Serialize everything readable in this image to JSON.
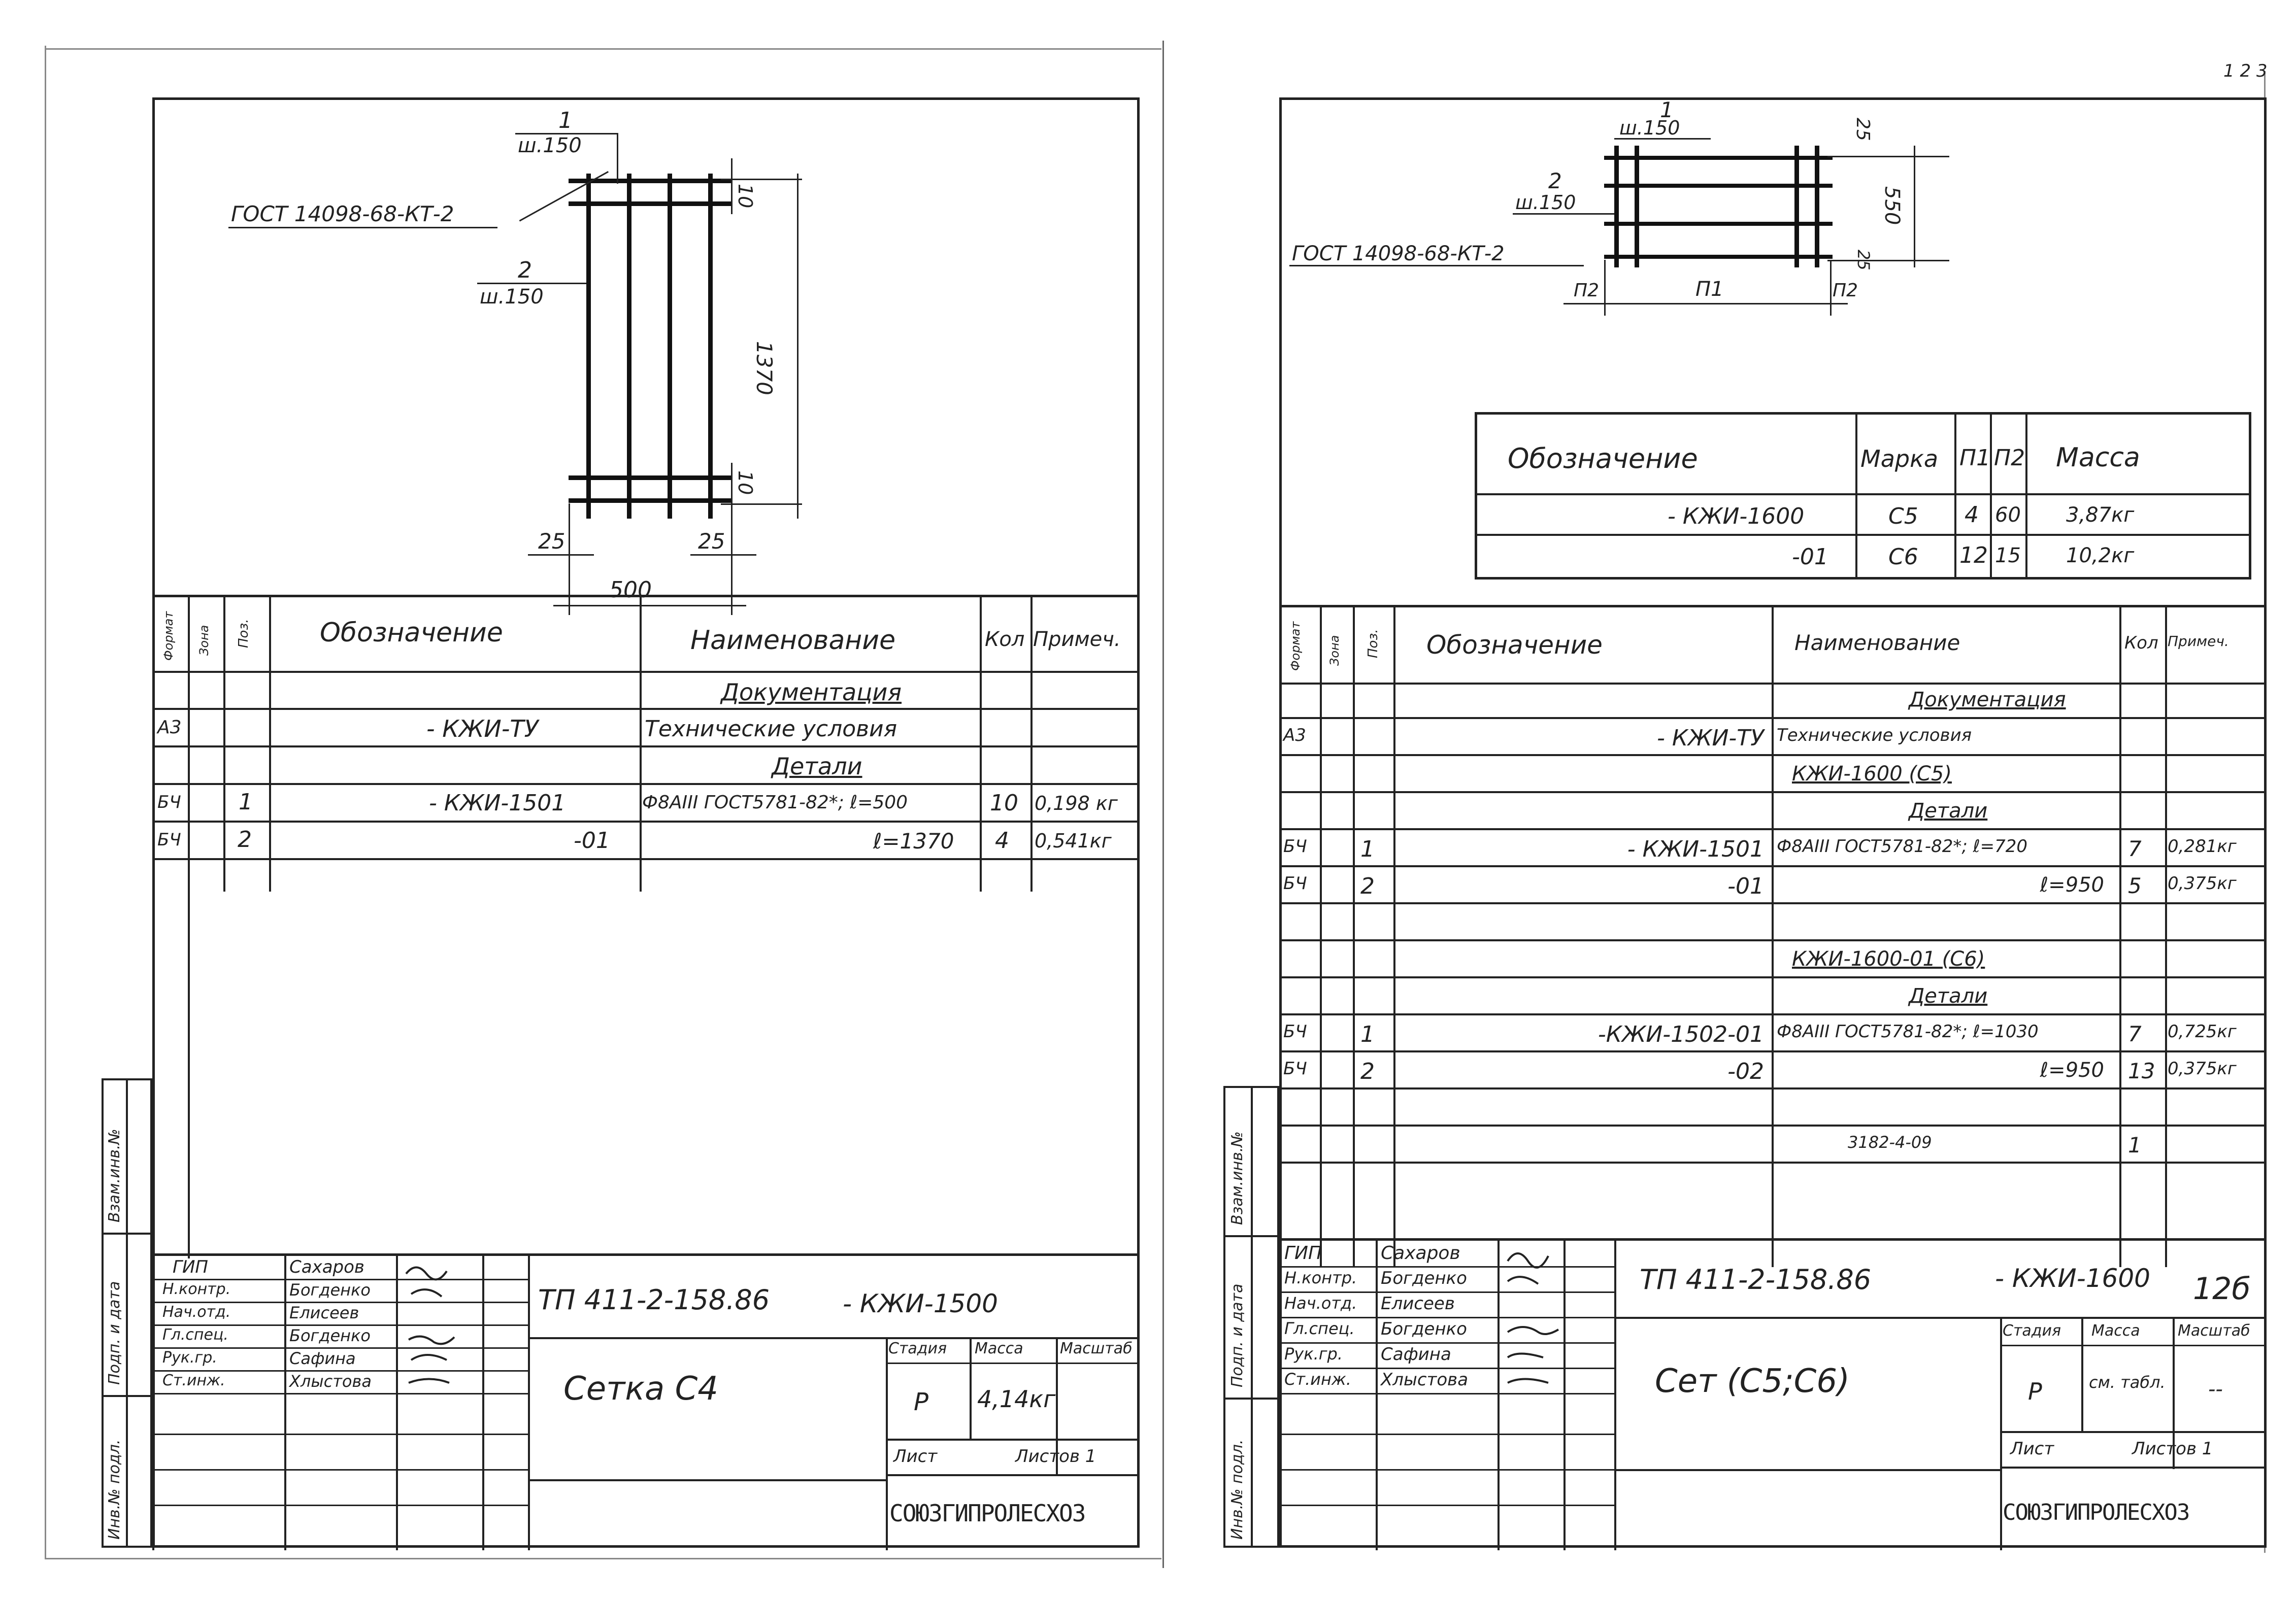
{
  "page": {
    "top_mark": "1 2 3",
    "left_mark": ""
  },
  "sheet_left": {
    "drawing": {
      "gost": "ГОСТ 14098-68-КТ-2",
      "pos1": "1",
      "pitch1": "ш.150",
      "pos2": "2",
      "pitch2": "ш.150",
      "dim_top": "10",
      "dim_bottom": "10",
      "dim_height": "1370",
      "dim_left": "25",
      "dim_right": "25",
      "dim_width": "500"
    },
    "spec": {
      "headers": {
        "format": "Формат",
        "zone": "Зона",
        "pos": "Поз.",
        "designation": "Обозначение",
        "name": "Наименование",
        "qty": "Кол",
        "note": "Примеч."
      },
      "rows": [
        {
          "format": "",
          "pos": "",
          "designation": "",
          "name": "Документация",
          "qty": "",
          "note": ""
        },
        {
          "format": "А3",
          "pos": "",
          "designation": "- КЖИ-ТУ",
          "name": "Технические условия",
          "qty": "",
          "note": ""
        },
        {
          "format": "",
          "pos": "",
          "designation": "",
          "name": "Детали",
          "qty": "",
          "note": ""
        },
        {
          "format": "БЧ",
          "pos": "1",
          "designation": "- КЖИ-1501",
          "name": "Ф8АIII ГОСТ5781-82*; ℓ=500",
          "qty": "10",
          "note": "0,198 кг"
        },
        {
          "format": "БЧ",
          "pos": "2",
          "designation": "-01",
          "name": "ℓ=1370",
          "qty": "4",
          "note": "0,541кг"
        }
      ]
    },
    "title_block": {
      "doc_code": "ТП 411-2-158.86",
      "doc_mark": "- КЖИ-1500",
      "title": "Сетка С4",
      "stage_label": "Стадия",
      "mass_label": "Масса",
      "scale_label": "Масштаб",
      "stage": "Р",
      "mass": "4,14кг",
      "sheet_label": "Лист",
      "sheets_label": "Листов 1",
      "org": "СОЮЗГИПРОЛЕСХОЗ",
      "signers": [
        {
          "role": "ГИП",
          "name": "Сахаров"
        },
        {
          "role": "Н.контр.",
          "name": "Богденко"
        },
        {
          "role": "Нач.отд.",
          "name": "Елисеев"
        },
        {
          "role": "Гл.спец.",
          "name": "Богденко"
        },
        {
          "role": "Рук.гр.",
          "name": "Сафина"
        },
        {
          "role": "Ст.инж.",
          "name": "Хлыстова"
        }
      ],
      "side_stamp": [
        "Инв.№ подл.",
        "Подп. и дата",
        "Взам.инв.№"
      ]
    }
  },
  "sheet_right": {
    "drawing": {
      "gost": "ГОСТ 14098-68-КТ-2",
      "pos1": "1",
      "pitch1": "ш.150",
      "pos2": "2",
      "pitch2": "ш.150",
      "dim_top": "25",
      "dim_height": "550",
      "dim_bottom": "25",
      "n1": "П1",
      "n2": "П2",
      "n2b": "П2"
    },
    "variants": {
      "headers": {
        "designation": "Обозначение",
        "mark": "Марка",
        "n1": "П1",
        "n2": "П2",
        "mass": "Масса"
      },
      "rows": [
        {
          "designation": "- КЖИ-1600",
          "mark": "С5",
          "n1": "4",
          "n2": "60",
          "mass": "3,87кг"
        },
        {
          "designation": "-01",
          "mark": "С6",
          "n1": "12",
          "n2": "15",
          "mass": "10,2кг"
        }
      ]
    },
    "spec": {
      "headers": {
        "format": "Формат",
        "zone": "Зона",
        "pos": "Поз.",
        "designation": "Обозначение",
        "name": "Наименование",
        "qty": "Кол",
        "note": "Примеч."
      },
      "rows": [
        {
          "format": "",
          "pos": "",
          "designation": "",
          "name": "Документация",
          "qty": "",
          "note": ""
        },
        {
          "format": "А3",
          "pos": "",
          "designation": "- КЖИ-ТУ",
          "name": "Технические условия",
          "qty": "",
          "note": ""
        },
        {
          "format": "",
          "pos": "",
          "designation": "",
          "name": "КЖИ-1600 (С5)",
          "qty": "",
          "note": ""
        },
        {
          "format": "",
          "pos": "",
          "designation": "",
          "name": "Детали",
          "qty": "",
          "note": ""
        },
        {
          "format": "БЧ",
          "pos": "1",
          "designation": "- КЖИ-1501",
          "name": "Ф8АIII ГОСТ5781-82*; ℓ=720",
          "qty": "7",
          "note": "0,281кг"
        },
        {
          "format": "БЧ",
          "pos": "2",
          "designation": "-01",
          "name": "ℓ=950",
          "qty": "5",
          "note": "0,375кг"
        },
        {
          "format": "",
          "pos": "",
          "designation": "",
          "name": "",
          "qty": "",
          "note": ""
        },
        {
          "format": "",
          "pos": "",
          "designation": "",
          "name": "КЖИ-1600-01 (С6)",
          "qty": "",
          "note": ""
        },
        {
          "format": "",
          "pos": "",
          "designation": "",
          "name": "Детали",
          "qty": "",
          "note": ""
        },
        {
          "format": "БЧ",
          "pos": "1",
          "designation": "-КЖИ-1502-01",
          "name": "Ф8АIII ГОСТ5781-82*; ℓ=1030",
          "qty": "7",
          "note": "0,725кг"
        },
        {
          "format": "БЧ",
          "pos": "2",
          "designation": "-02",
          "name": "ℓ=950",
          "qty": "13",
          "note": "0,375кг"
        },
        {
          "format": "",
          "pos": "",
          "designation": "",
          "name": "",
          "qty": "",
          "note": ""
        },
        {
          "format": "",
          "pos": "",
          "designation": "",
          "name": "3182-4-09",
          "qty": "1",
          "note": ""
        }
      ]
    },
    "title_block": {
      "doc_code": "ТП 411-2-158.86",
      "doc_mark": "- КЖИ-1600",
      "sheet_no": "12б",
      "title": "Сет (С5;С6)",
      "stage_label": "Стадия",
      "mass_label": "Масса",
      "scale_label": "Масштаб",
      "stage": "Р",
      "mass": "см. табл.",
      "scale": "--",
      "sheet_label": "Лист",
      "sheets_label": "Листов 1",
      "org": "СОЮЗГИПРОЛЕСХОЗ",
      "signers": [
        {
          "role": "ГИП",
          "name": "Сахаров"
        },
        {
          "role": "Н.контр.",
          "name": "Богденко"
        },
        {
          "role": "Нач.отд.",
          "name": "Елисеев"
        },
        {
          "role": "Гл.спец.",
          "name": "Богденко"
        },
        {
          "role": "Рук.гр.",
          "name": "Сафина"
        },
        {
          "role": "Ст.инж.",
          "name": "Хлыстова"
        }
      ],
      "side_stamp": [
        "Инв.№ подл.",
        "Подп. и дата",
        "Взам.инв.№"
      ]
    }
  }
}
